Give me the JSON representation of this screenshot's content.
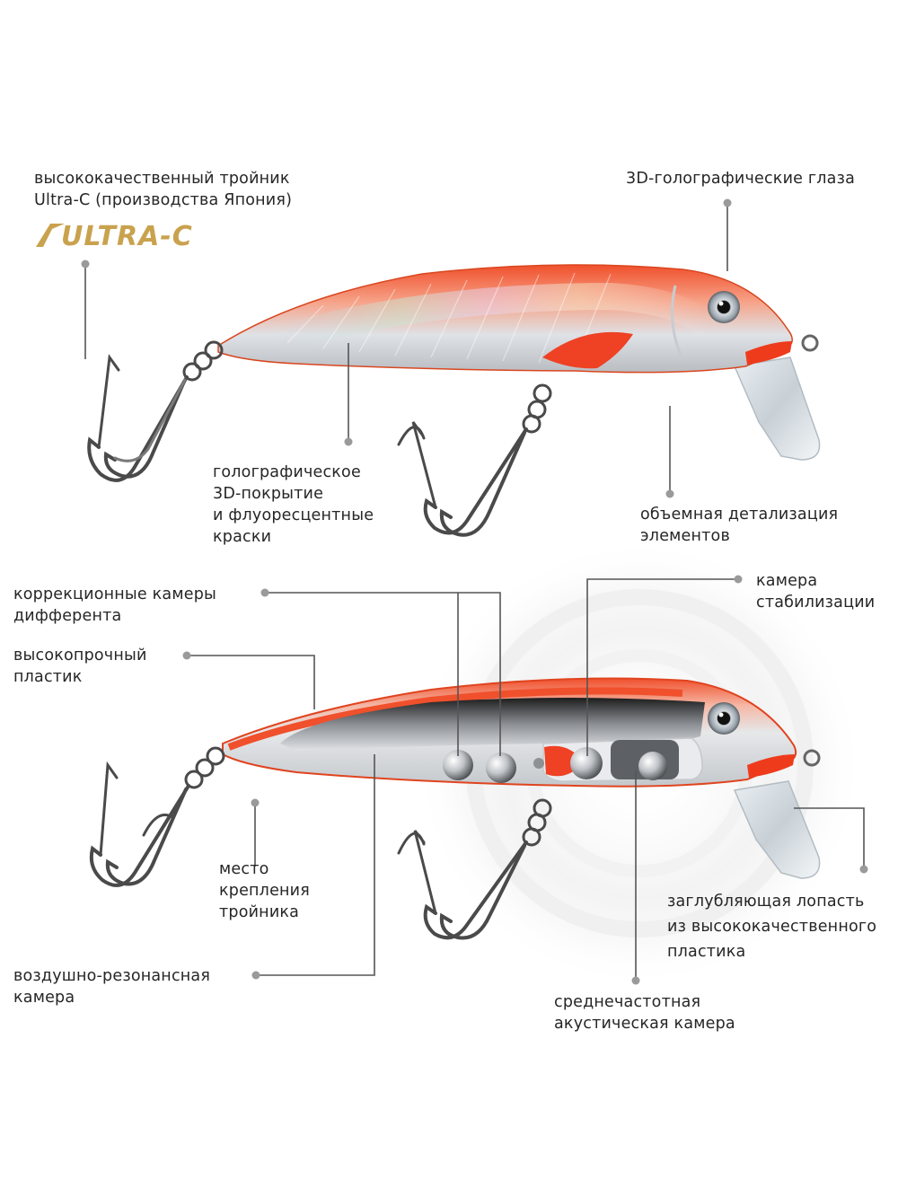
{
  "logo": {
    "text": "ULTRA-C",
    "color": "#c9a24e"
  },
  "colors": {
    "body_orange": "#f0502c",
    "silver": "#d9dde0",
    "leader": "#555555",
    "dot": "#9a9a9a"
  },
  "top_lure": {
    "labels": {
      "treble_hook": [
        "высококачественный тройник",
        "Ultra-C (производства Япония)"
      ],
      "eyes": [
        "3D-голографические глаза"
      ],
      "coating": [
        "голографическое",
        "3D-покрытие",
        "и флуоресцентные",
        "краски"
      ],
      "detailing": [
        "объемная детализация",
        "элементов"
      ]
    }
  },
  "bottom_lure": {
    "labels": {
      "trim_chambers": [
        "коррекционные камеры",
        "дифферента"
      ],
      "plastic": [
        "высокопрочный",
        "пластик"
      ],
      "stabilization": [
        "камера",
        "стабилизации"
      ],
      "hook_mount": [
        "место",
        "крепления",
        "тройника"
      ],
      "diving_lip": [
        "заглубляющая лопасть",
        "из высококачественного",
        "пластика"
      ],
      "air_chamber": [
        "воздушно-резонансная",
        "камера"
      ],
      "acoustic": [
        "среднечастотная",
        "акустическая камера"
      ]
    }
  }
}
